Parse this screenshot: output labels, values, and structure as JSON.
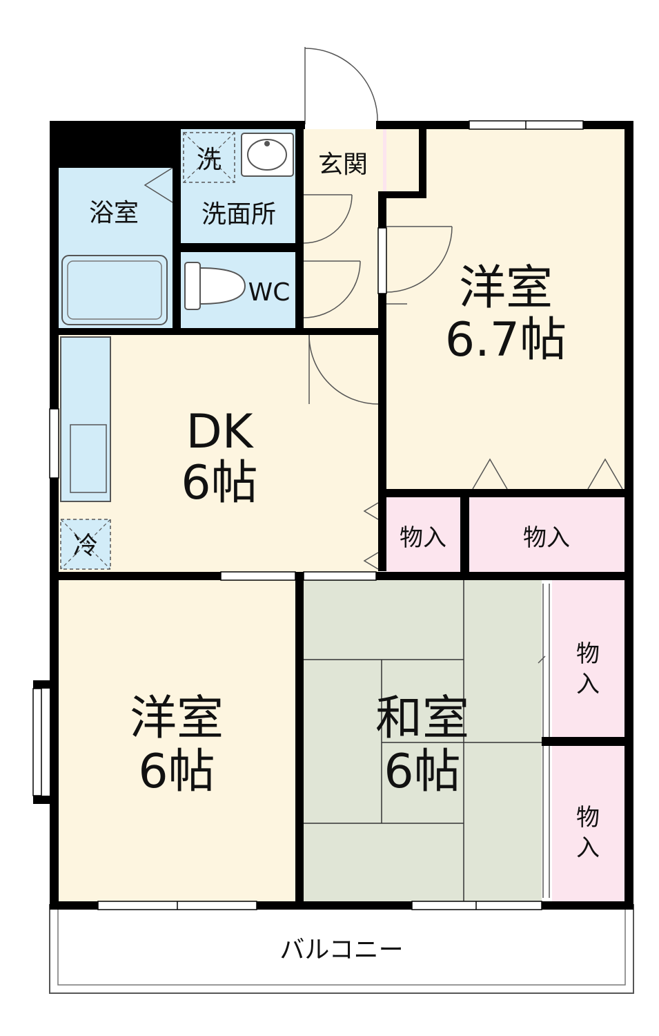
{
  "floorplan": {
    "rooms": {
      "western_room_ne": {
        "name": "洋室",
        "size": "6.7帖"
      },
      "dk": {
        "name": "DK",
        "size": "6帖"
      },
      "western_room_sw": {
        "name": "洋室",
        "size": "6帖"
      },
      "japanese_room": {
        "name": "和室",
        "size": "6帖"
      },
      "entrance": {
        "name": "玄関"
      },
      "bathroom": {
        "name": "浴室"
      },
      "washroom": {
        "name": "洗面所"
      },
      "toilet": {
        "name": "WC"
      },
      "closets": [
        "物入",
        "物入",
        "物入",
        "物入"
      ],
      "balcony": {
        "name": "バルコニー"
      }
    },
    "fixtures": {
      "washing_machine": "洗",
      "refrigerator": "冷"
    },
    "colors": {
      "western_floor": "#fdf5e0",
      "wet_area": "#d2ecf8",
      "closet": "#fce5ee",
      "tatami": "#e0e5d6",
      "wall": "#000000"
    }
  }
}
